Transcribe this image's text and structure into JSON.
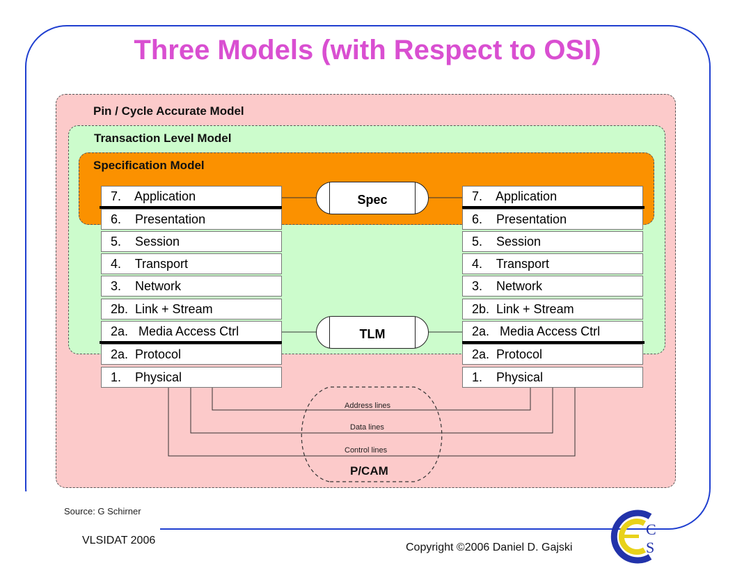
{
  "title": "Three Models (with Respect to OSI)",
  "regions": {
    "pin_cycle": "Pin / Cycle Accurate Model",
    "transaction": "Transaction Level Model",
    "specification": "Specification Model"
  },
  "left_stack": [
    "7.    Application",
    "6.    Presentation",
    "5.    Session",
    "4.    Transport",
    "3.    Network",
    "2b.  Link + Stream",
    "2a.   Media Access Ctrl",
    "2a.  Protocol",
    "1.    Physical"
  ],
  "right_stack": [
    "7.    Application",
    "6.    Presentation",
    "5.    Session",
    "4.    Transport",
    "3.    Network",
    "2b.  Link + Stream",
    "2a.   Media Access Ctrl",
    "2a.  Protocol",
    "1.    Physical"
  ],
  "channels": {
    "spec": "Spec",
    "tlm": "TLM",
    "pcam": "P/CAM"
  },
  "wires": {
    "address": "Address lines",
    "data": "Data lines",
    "control": "Control lines"
  },
  "footer": {
    "source": "Source: G Schirner",
    "event": "VLSIDAT 2006",
    "copyright": "Copyright ©2006 Daniel D. Gajski"
  },
  "logo": {
    "letters": "CECS",
    "colors": [
      "#2233aa",
      "#e8d21a"
    ]
  }
}
